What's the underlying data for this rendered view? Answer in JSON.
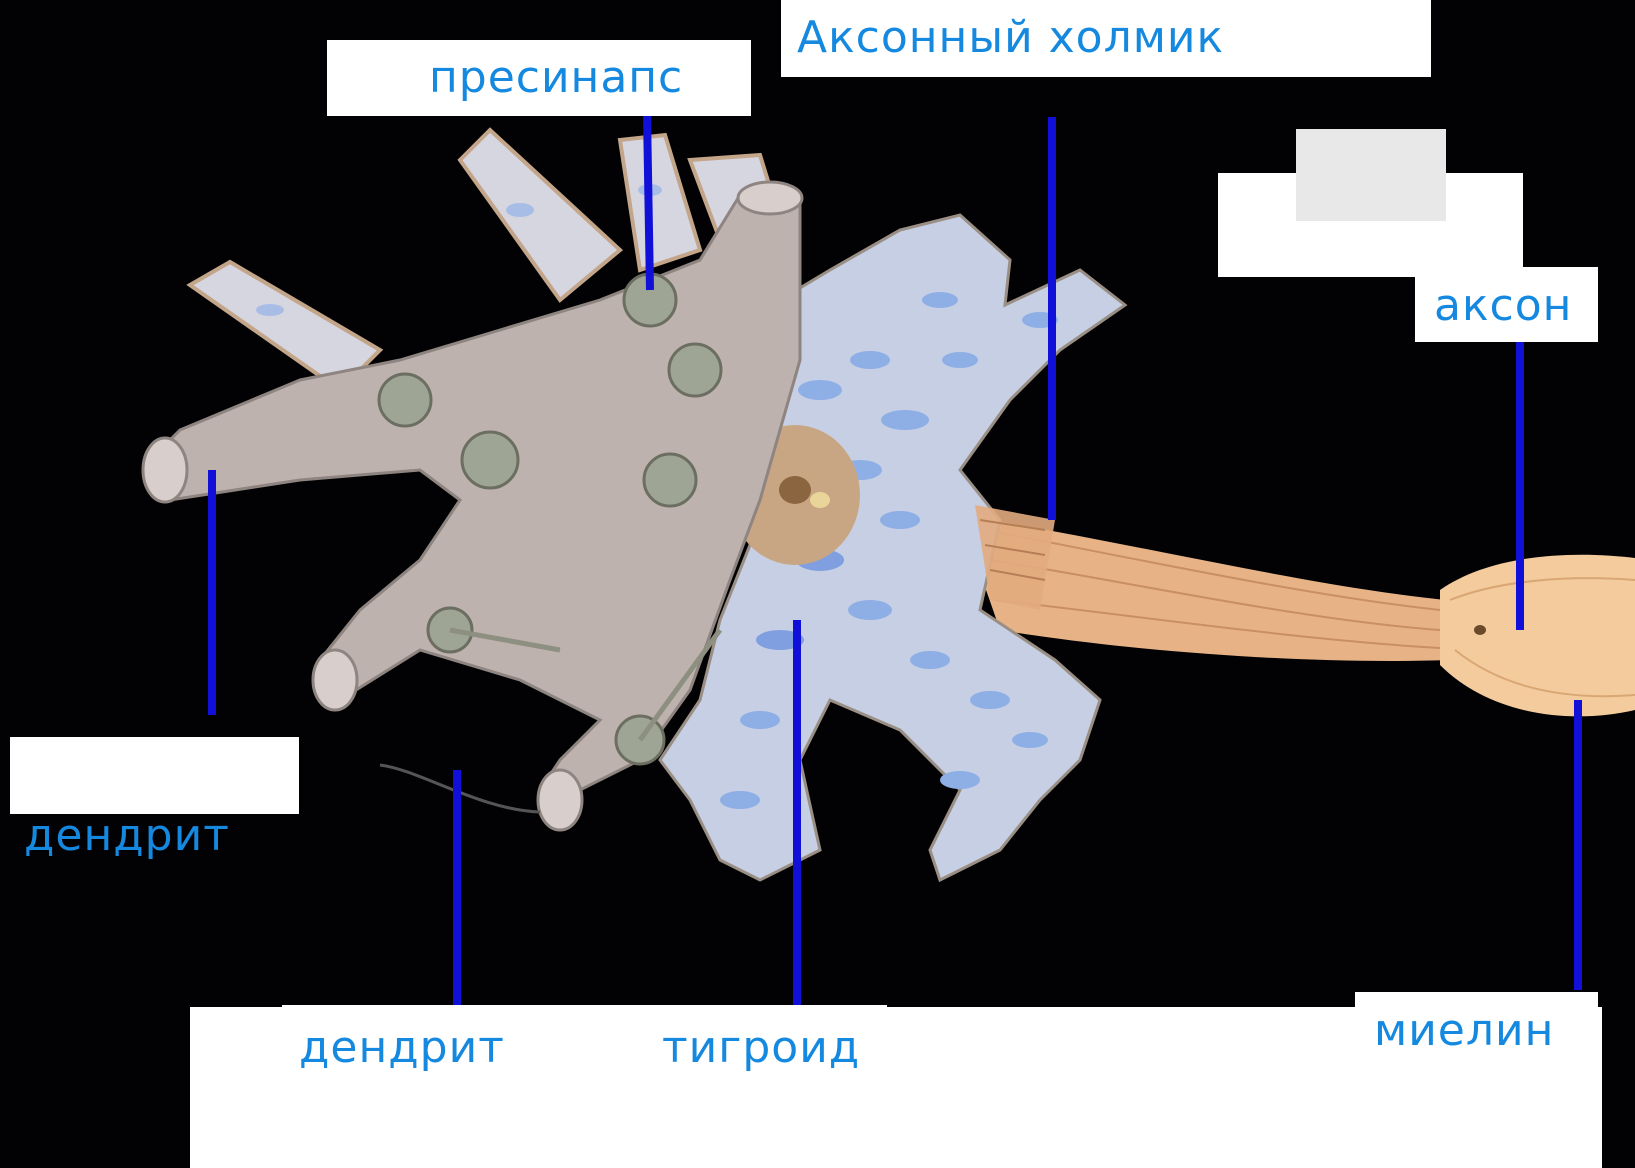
{
  "colors": {
    "label_text": "#1589e0",
    "leader_line": "#1010d8",
    "background": "#020204",
    "label_box": "#ffffff",
    "cytoplasm": "#c8d0e4",
    "nissl": "#8eaee6",
    "cell_surface": "#bdb0ae",
    "axon": "#e9b487",
    "myelin": "#f1c79a"
  },
  "labels": {
    "presynapse": "пресинапс",
    "axon_hillock": "Аксонный холмик",
    "axon": "аксон",
    "dendrite_left": "дендрит",
    "dendrite_bottom": "дендрит",
    "tigroid": "тигроид",
    "myelin": "миелин"
  }
}
